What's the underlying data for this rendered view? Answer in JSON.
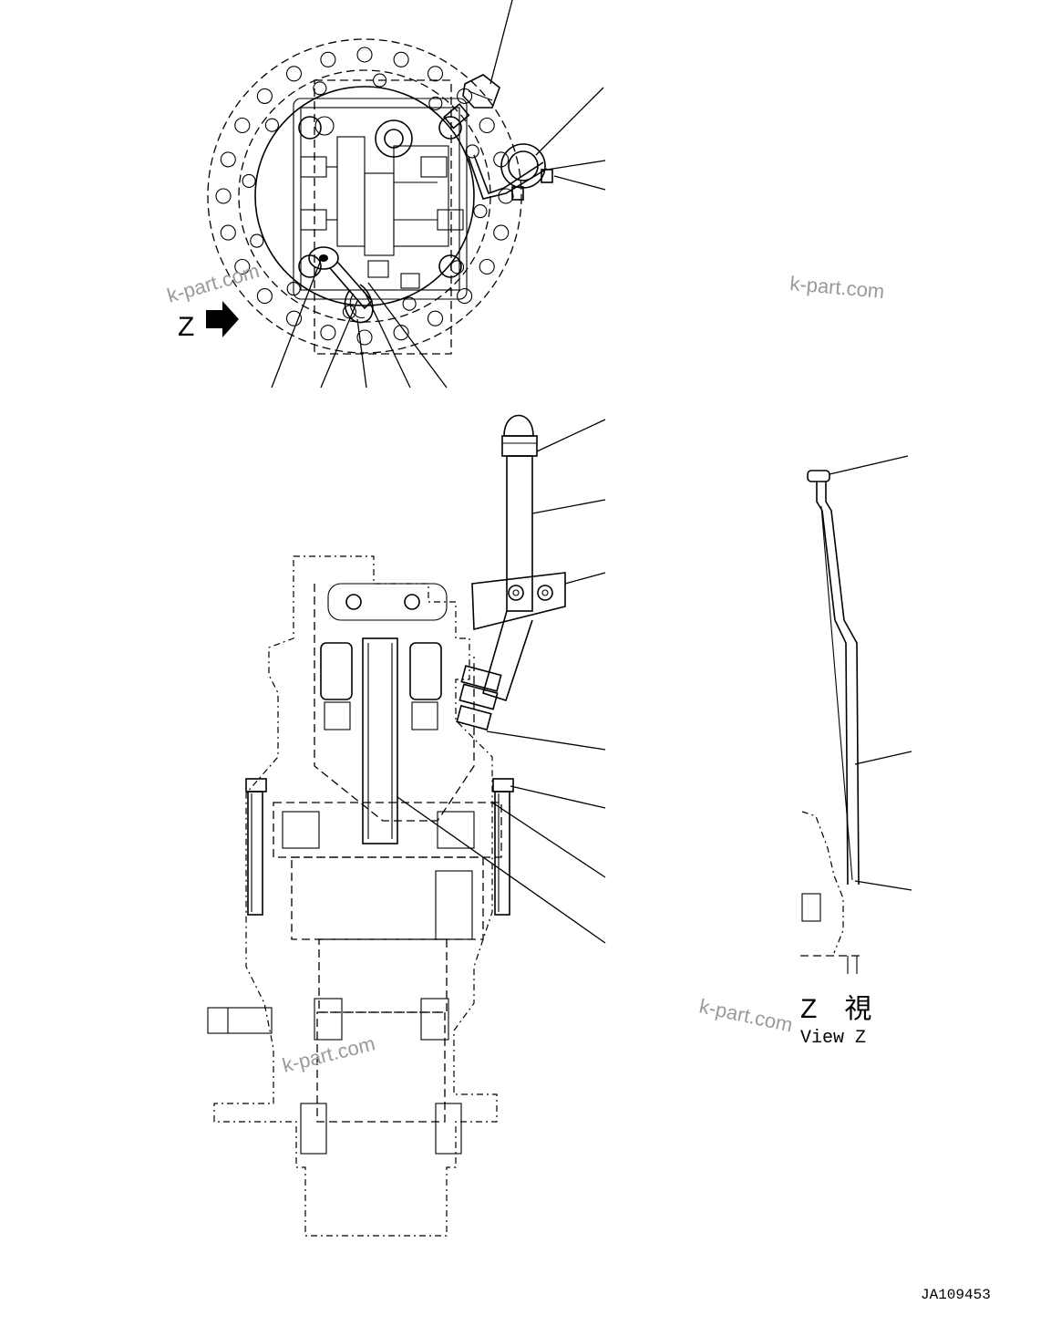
{
  "view_label": {
    "letter": "Z",
    "japanese": "Z　視",
    "english": "View Z"
  },
  "drawing_number": "JA109453",
  "watermarks": [
    "k-part.com",
    "k-part.com",
    "k-part.com",
    "k-part.com"
  ],
  "callout_count": 19
}
